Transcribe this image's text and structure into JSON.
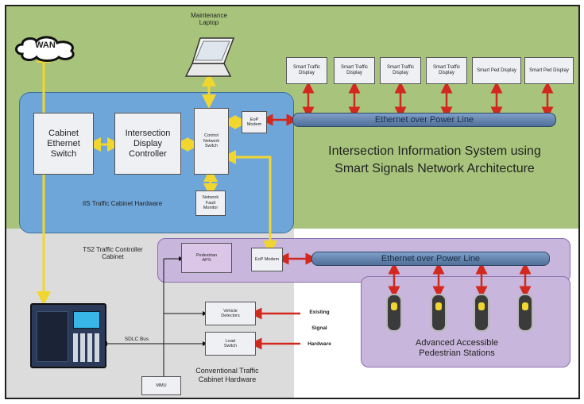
{
  "wan": "WAN",
  "maintenance_laptop": "Maintenance Laptop",
  "smart_displays": [
    "Smart Traffic Display",
    "Smart Traffic Display",
    "Smart Traffic Display",
    "Smart Traffic Display",
    "Smart Ped Display",
    "Smart Ped Display"
  ],
  "eop_bar_top": "Ethernet over Power Line",
  "eop_bar_bottom": "Ethernet over Power Line",
  "cabinet_switch": "Cabinet Ethernet Switch",
  "display_controller": "Intersection Display Controller",
  "control_switch": "Control Network Switch",
  "eop_modem_top": "EoP Modem",
  "eop_modem_bottom": "EoP Modem",
  "fault_monitor": "Network Fault Monitor",
  "iis_hardware": "IIS Traffic Cabinet Hardware",
  "iis_title_line1": "Intersection Information System using",
  "iis_title_line2": "Smart Signals Network Architecture",
  "ts2_cabinet": "TS2 Traffic Controller Cabinet",
  "pedestrian_aps": "Pedestrian APS",
  "vehicle_detectors": "Vehicle Detectors",
  "load_switch": "Load Switch",
  "sdlc_bus": "SDLC Bus",
  "mmu": "MMU",
  "conventional_hardware": "Conventional Traffic Cabinet Hardware",
  "existing_signal_hardware": [
    "Existing",
    "Signal",
    "Hardware"
  ],
  "ped_stations": "Advanced Accessible Pedestrian Stations",
  "colors": {
    "green_zone": "#a8c47c",
    "blue_zone": "#6fa6d9",
    "purple_zone": "#c8b6dc",
    "yellow_link": "#f2d630",
    "red_link": "#d2281e"
  }
}
